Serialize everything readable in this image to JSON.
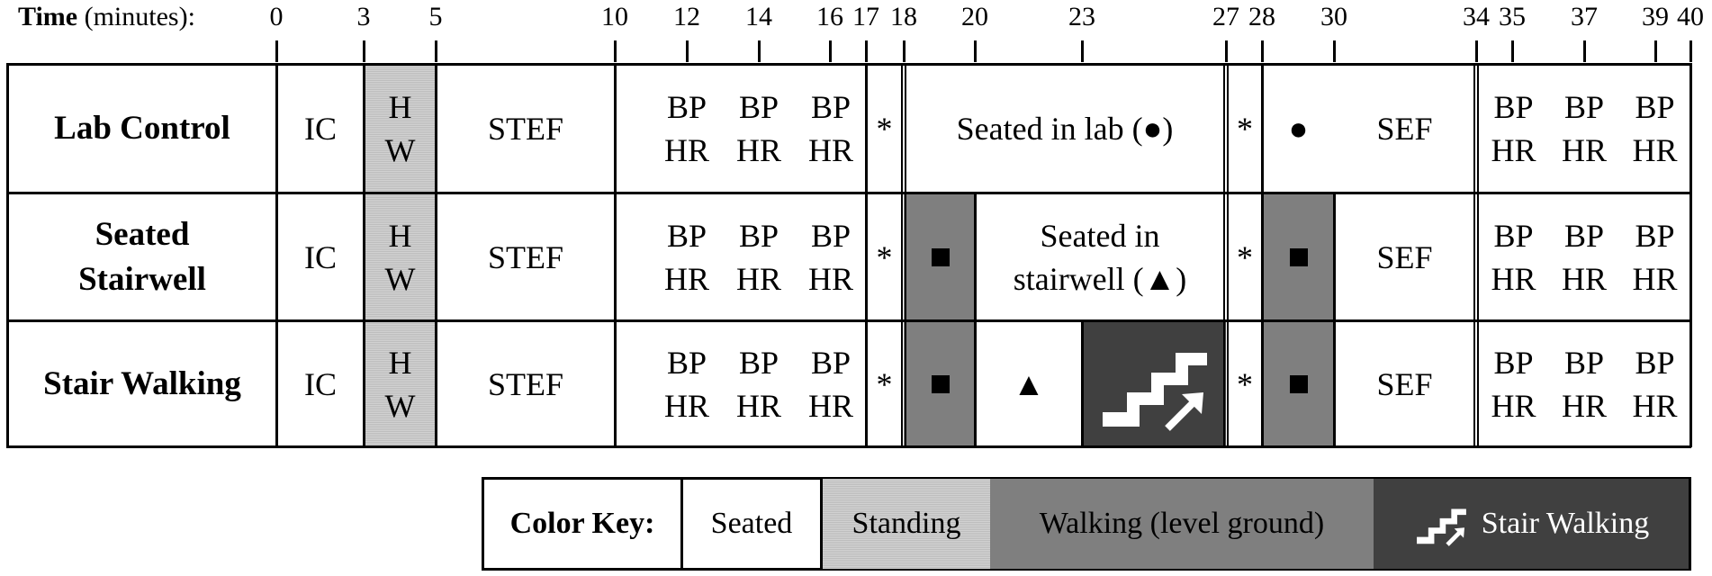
{
  "timeline": {
    "title_bold": "Time",
    "title_rest": " (minutes):",
    "ticks": [
      "0",
      "3",
      "5",
      "10",
      "12",
      "14",
      "16",
      "17",
      "18",
      "20",
      "23",
      "27",
      "28",
      "30",
      "34",
      "35",
      "37",
      "39",
      "40"
    ]
  },
  "rows": [
    {
      "label_line1": "Lab Control",
      "label_line2": ""
    },
    {
      "label_line1": "Seated",
      "label_line2": "Stairwell"
    },
    {
      "label_line1": "Stair Walking",
      "label_line2": ""
    }
  ],
  "cells": {
    "ic": "IC",
    "h": "H",
    "w": "W",
    "stef": "STEF",
    "bp": "BP",
    "hr": "HR",
    "star": "*",
    "sef": "SEF",
    "seated_in_lab": "Seated in lab (●)",
    "circle": "●",
    "seated_in_line1": "Seated in",
    "seated_in_line2": "stairwell (▲)",
    "triangle": "▲"
  },
  "key": {
    "title": "Color Key:",
    "seated": "Seated",
    "standing": "Standing",
    "walking": "Walking (level ground)",
    "stair_walking": "Stair Walking"
  },
  "colors": {
    "standing": "#c8c8c8",
    "walking": "#7f7f7f",
    "stair_walking": "#404040"
  }
}
